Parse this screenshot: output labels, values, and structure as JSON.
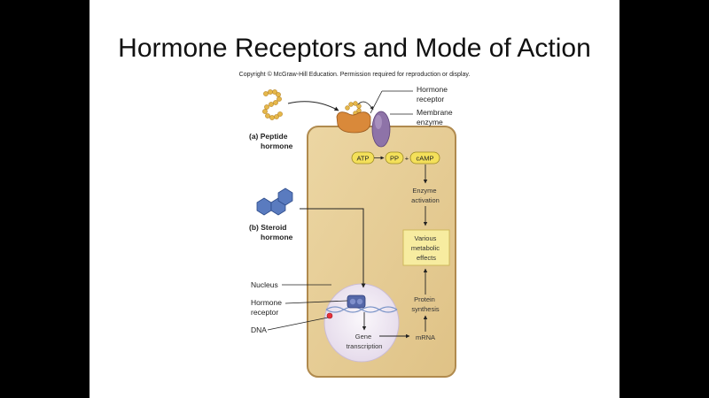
{
  "slide": {
    "title": "Hormone Receptors and Mode of Action",
    "copyright": "Copyright © McGraw-Hill Education. Permission required for reproduction or display."
  },
  "labels": {
    "hormone_receptor_top": [
      "Hormone",
      "receptor"
    ],
    "membrane_enzyme": [
      "Membrane",
      "enzyme"
    ],
    "peptide_hormone": [
      "(a) Peptide",
      "hormone"
    ],
    "steroid_hormone": [
      "(b) Steroid",
      "hormone"
    ],
    "atp": "ATP",
    "pp": "PP",
    "plus": "+",
    "camp": "cAMP",
    "enzyme_activation": [
      "Enzyme",
      "activation"
    ],
    "metabolic_effects": [
      "Various",
      "metabolic",
      "effects"
    ],
    "protein_synthesis": [
      "Protein",
      "synthesis"
    ],
    "mrna": "mRNA",
    "gene_transcription": [
      "Gene",
      "transcription"
    ],
    "nucleus": "Nucleus",
    "hormone_receptor_nucleus": [
      "Hormone",
      "receptor"
    ],
    "dna": "DNA"
  },
  "colors": {
    "cell_fill": "#e8cf98",
    "cell_border": "#b08a4e",
    "receptor": "#d9893a",
    "enzyme": "#8e73a8",
    "peptide": "#e6b84a",
    "steroid": "#5a7bbf",
    "pill": "#f4e05a",
    "effects_box": "#f7eca0",
    "nucleus": "#ece4ef",
    "red_dot": "#e8303a"
  }
}
